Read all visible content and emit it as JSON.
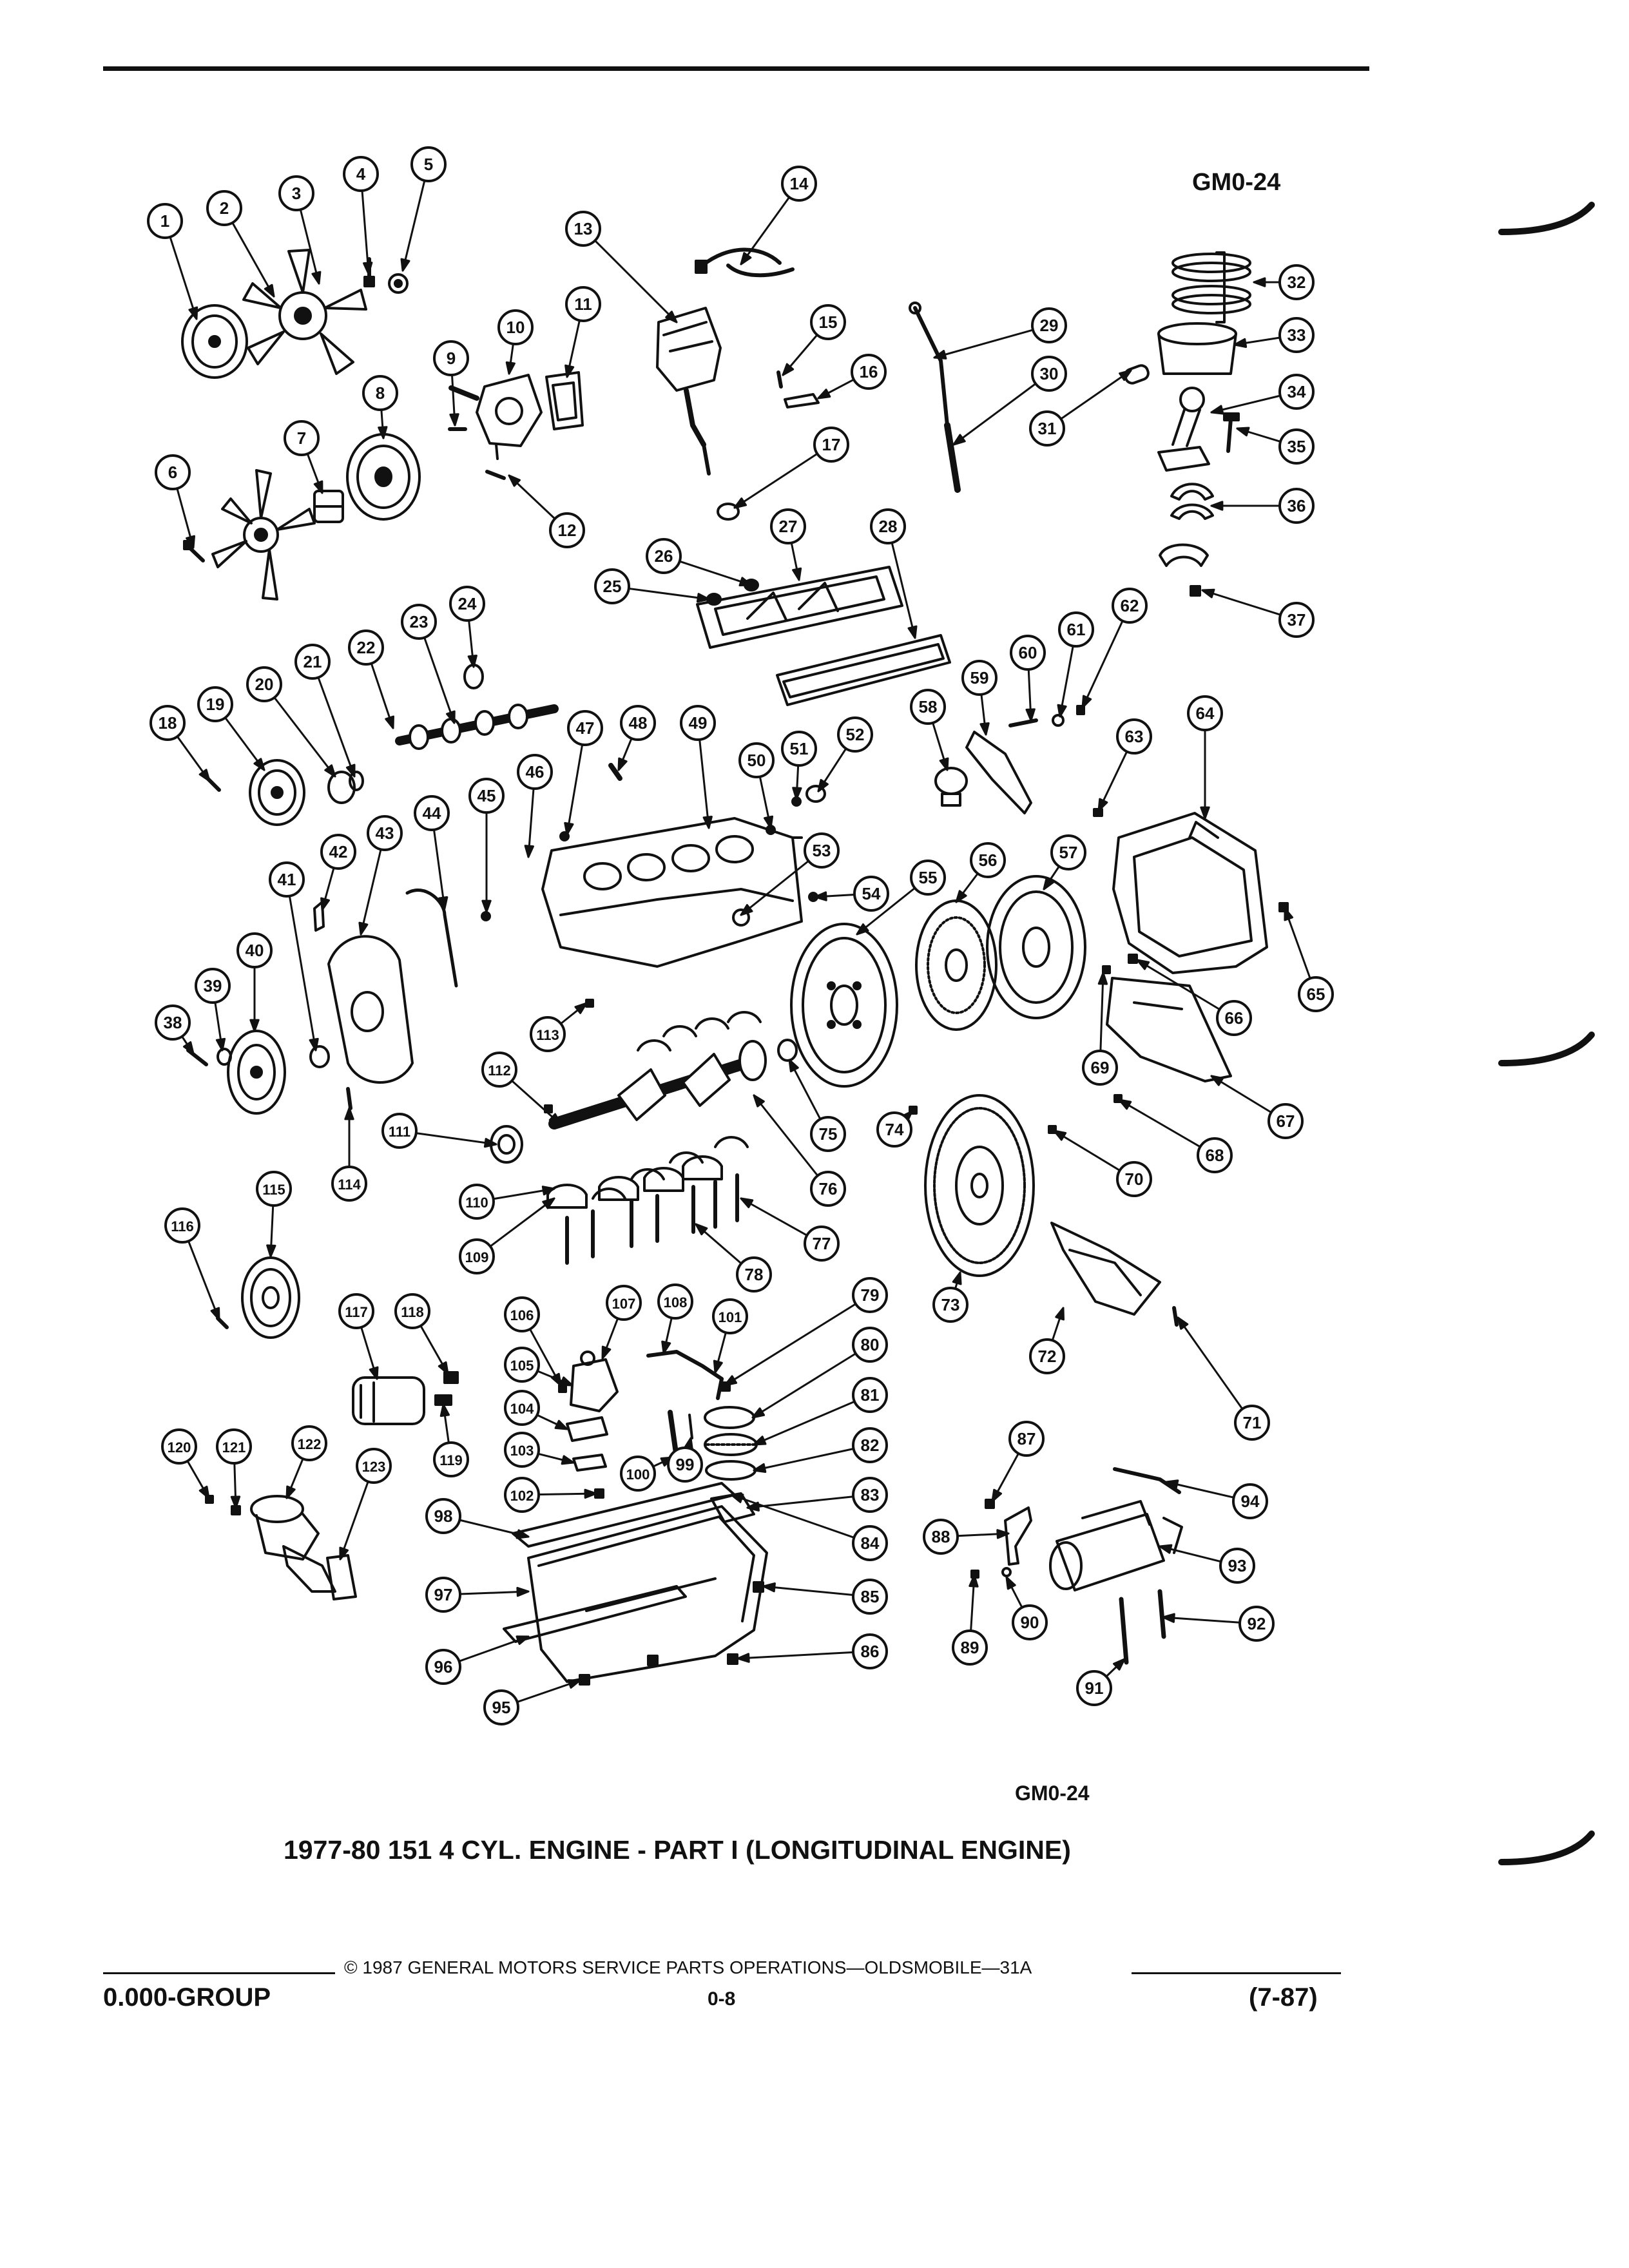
{
  "diagram": {
    "id_top": "GM0-24",
    "id_bottom": "GM0-24",
    "title": "1977-80 151 4 CYL. ENGINE - PART I (LONGITUDINAL ENGINE)"
  },
  "footer": {
    "copyright": "© 1987 GENERAL MOTORS SERVICE PARTS OPERATIONS—OLDSMOBILE—31A",
    "group": "0.000-GROUP",
    "page": "0-8",
    "date": "(7-87)"
  },
  "callouts": [
    "1",
    "2",
    "3",
    "4",
    "5",
    "6",
    "7",
    "8",
    "9",
    "10",
    "11",
    "12",
    "13",
    "14",
    "15",
    "16",
    "17",
    "18",
    "19",
    "20",
    "21",
    "22",
    "23",
    "24",
    "25",
    "26",
    "27",
    "28",
    "29",
    "30",
    "31",
    "32",
    "33",
    "34",
    "35",
    "36",
    "37",
    "38",
    "39",
    "40",
    "41",
    "42",
    "43",
    "44",
    "45",
    "46",
    "47",
    "48",
    "49",
    "50",
    "51",
    "52",
    "53",
    "54",
    "55",
    "56",
    "57",
    "58",
    "59",
    "60",
    "61",
    "62",
    "63",
    "64",
    "65",
    "66",
    "67",
    "68",
    "69",
    "70",
    "71",
    "72",
    "73",
    "74",
    "75",
    "76",
    "77",
    "78",
    "79",
    "80",
    "81",
    "82",
    "83",
    "84",
    "85",
    "86",
    "87",
    "88",
    "89",
    "90",
    "91",
    "92",
    "93",
    "94",
    "95",
    "96",
    "97",
    "98",
    "99",
    "100",
    "101",
    "102",
    "103",
    "104",
    "105",
    "106",
    "107",
    "108",
    "109",
    "110",
    "111",
    "112",
    "113",
    "114",
    "115",
    "116",
    "117",
    "118",
    "119",
    "120",
    "121",
    "122",
    "123"
  ]
}
